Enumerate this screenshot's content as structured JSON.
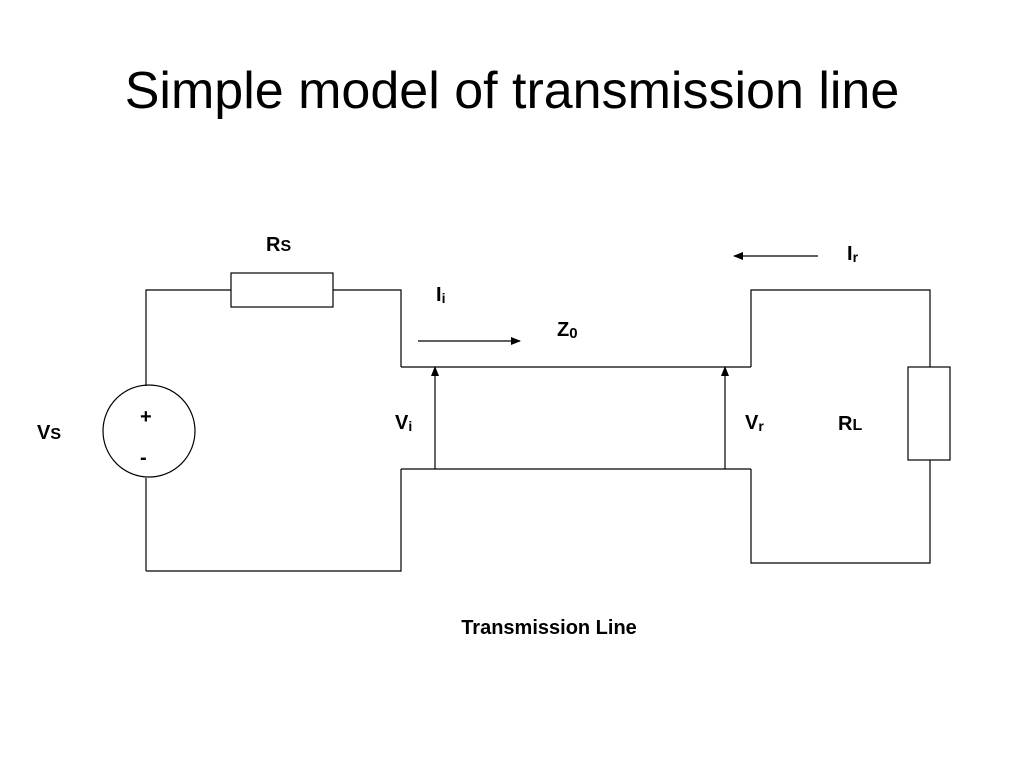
{
  "title": "Simple model of transmission line",
  "diagram": {
    "labels": {
      "rs_main": "R",
      "rs_sub": "S",
      "ir_main": "I",
      "ir_sub": "r",
      "ii_main": "I",
      "ii_sub": "i",
      "z0_main": "Z",
      "z0_sub": "0",
      "vs_main": "V",
      "vs_sub": "S",
      "plus": "+",
      "minus": "-",
      "vi_main": "V",
      "vi_sub": "i",
      "vr_main": "V",
      "vr_sub": "r",
      "rl_main": "R",
      "rl_sub": "L"
    },
    "caption": "Transmission Line"
  }
}
